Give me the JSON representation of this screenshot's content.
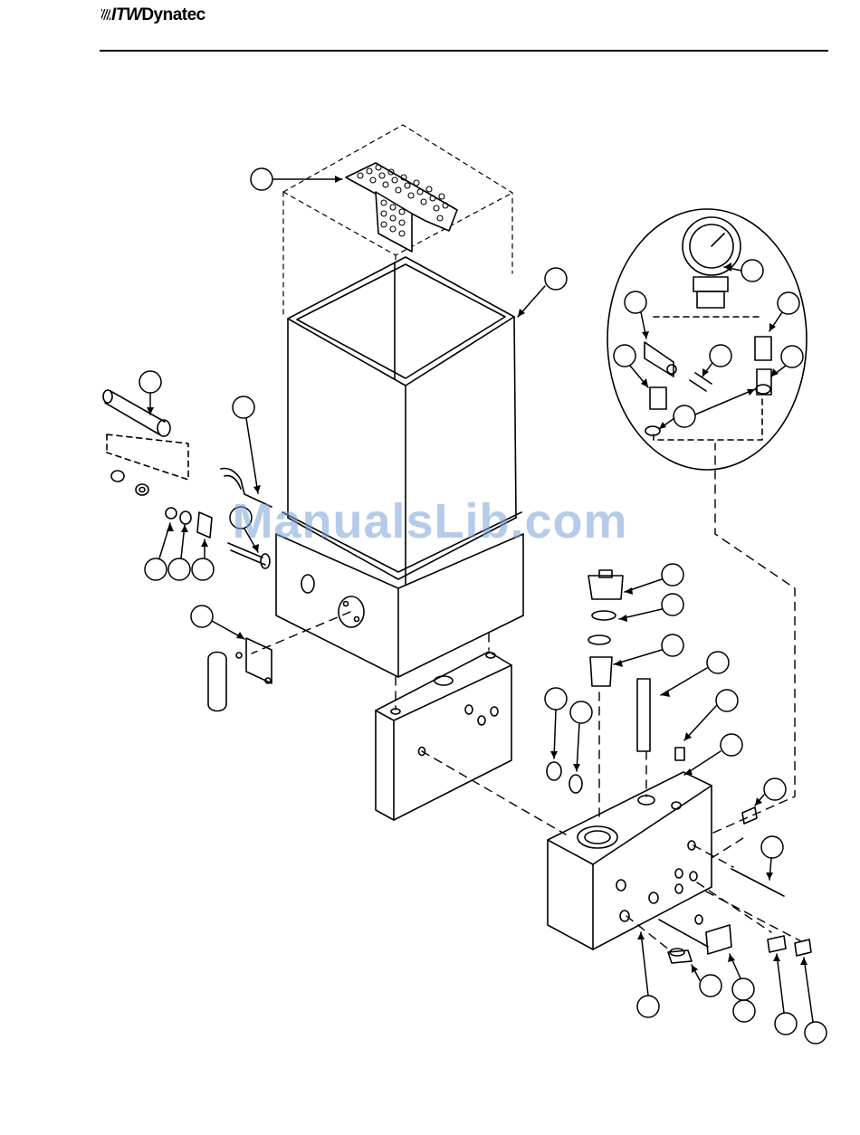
{
  "header": {
    "brand_prefix": "ITW",
    "brand_name": "Dynatec"
  },
  "watermark": "ManualsLib.com"
}
